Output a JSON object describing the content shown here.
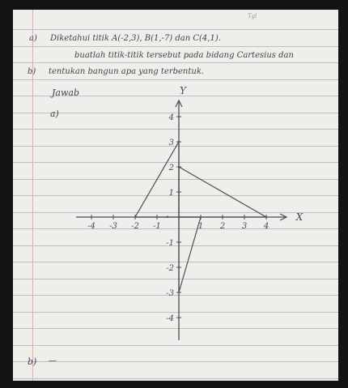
{
  "header": {
    "date_mark": "Tgl"
  },
  "question": {
    "a_marker": "a)",
    "a_line1": "Diketahui titik A(-2,3), B(1,-7) dan C(4,1).",
    "a_line2": "buatlah titik-titik tersebut pada bidang Cartesius dan",
    "b_marker": "b)",
    "b_line1": "tentukan bangun apa yang terbentuk."
  },
  "answer": {
    "jawab_label": "Jawab",
    "part_a_label": "a)",
    "part_b_label": "b)",
    "part_b_text": "—"
  },
  "graph": {
    "x_axis_label": "X",
    "y_axis_label": "Y",
    "origin_label": "•",
    "x_ticks": [
      {
        "value": -4,
        "label": "-4"
      },
      {
        "value": -3,
        "label": "-3"
      },
      {
        "value": -2,
        "label": "-2"
      },
      {
        "value": -1,
        "label": "-1"
      },
      {
        "value": 1,
        "label": "1"
      },
      {
        "value": 2,
        "label": "2"
      },
      {
        "value": 3,
        "label": "3"
      },
      {
        "value": 4,
        "label": "4"
      }
    ],
    "y_ticks": [
      {
        "value": 4,
        "label": "4"
      },
      {
        "value": 3,
        "label": "3"
      },
      {
        "value": 2,
        "label": "2"
      },
      {
        "value": 1,
        "label": "1"
      },
      {
        "value": -1,
        "label": "-1"
      },
      {
        "value": -2,
        "label": "-2"
      },
      {
        "value": -3,
        "label": "-3"
      },
      {
        "value": -4,
        "label": "-4"
      }
    ],
    "triangle_1": [
      [
        -2,
        0
      ],
      [
        0,
        3
      ],
      [
        0,
        0
      ]
    ],
    "triangle_2": [
      [
        0,
        2
      ],
      [
        4,
        0
      ],
      [
        0,
        0
      ]
    ],
    "triangle_3": [
      [
        1,
        0
      ],
      [
        0,
        -3
      ],
      [
        0,
        0
      ]
    ],
    "ink_color": "#4a4c55"
  }
}
